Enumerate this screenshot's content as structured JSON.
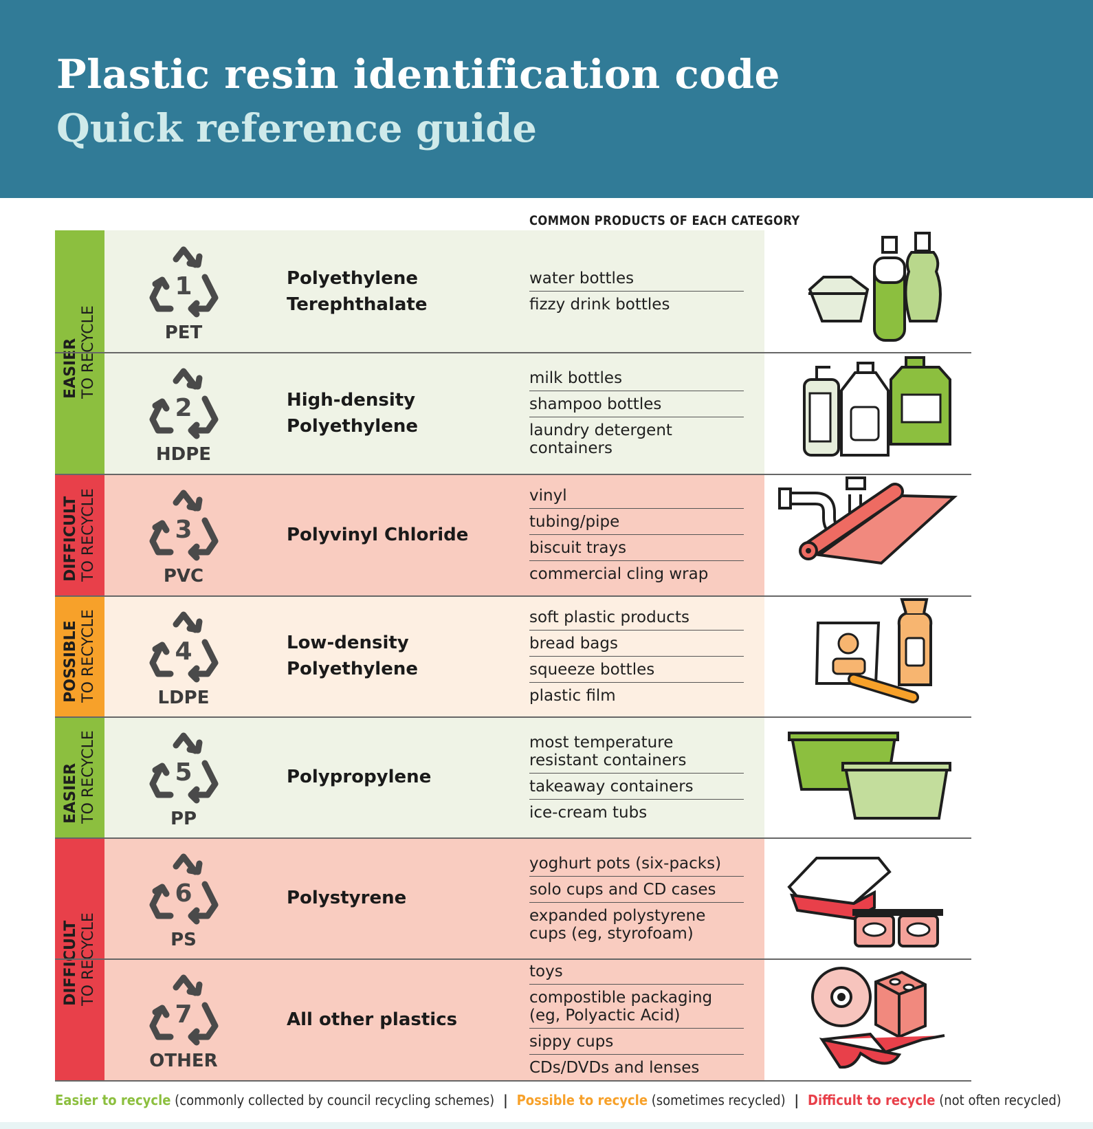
{
  "header": {
    "title": "Plastic resin identification code",
    "subtitle": "Quick reference guide"
  },
  "column_header": "COMMON PRODUCTS OF EACH CATEGORY",
  "colors": {
    "header_bg": "#317b97",
    "easier": "#8cbf3f",
    "possible": "#f7a12a",
    "difficult": "#e8404a",
    "easier_bg": "#eff3e6",
    "possible_bg": "#fdefe2",
    "difficult_bg": "#f9ccc0"
  },
  "bands": [
    {
      "bold": "EASIER",
      "rest": "TO RECYCLE",
      "level": "easier"
    },
    {
      "bold": "DIFFICULT",
      "rest": "TO RECYCLE",
      "level": "difficult"
    },
    {
      "bold": "POSSIBLE",
      "rest": "TO RECYCLE",
      "level": "possible"
    },
    {
      "bold": "EASIER",
      "rest": "TO RECYCLE",
      "level": "easier"
    },
    {
      "bold": "DIFFICULT",
      "rest": "TO RECYCLE",
      "level": "difficult"
    }
  ],
  "rows": [
    {
      "code": "1",
      "abbr": "PET",
      "name": "Polyethylene Terephthalate",
      "products": [
        "water bottles",
        "fizzy drink bottles"
      ],
      "illustration": "clamshell-and-bottles-icon"
    },
    {
      "code": "2",
      "abbr": "HDPE",
      "name": "High-density Polyethylene",
      "products": [
        "milk bottles",
        "shampoo bottles",
        "laundry detergent containers"
      ],
      "illustration": "jugs-icon"
    },
    {
      "code": "3",
      "abbr": "PVC",
      "name": "Polyvinyl Chloride",
      "products": [
        "vinyl",
        "tubing/pipe",
        "biscuit trays",
        "commercial cling wrap"
      ],
      "illustration": "pipe-and-wrap-icon"
    },
    {
      "code": "4",
      "abbr": "LDPE",
      "name": "Low-density Polyethylene",
      "products": [
        "soft plastic products",
        "bread bags",
        "squeeze bottles",
        "plastic film"
      ],
      "illustration": "bags-icon"
    },
    {
      "code": "5",
      "abbr": "PP",
      "name": "Polypropylene",
      "products": [
        "most temperature resistant containers",
        "takeaway containers",
        "ice-cream tubs"
      ],
      "illustration": "tubs-icon"
    },
    {
      "code": "6",
      "abbr": "PS",
      "name": "Polystyrene",
      "products": [
        "yoghurt pots (six-packs)",
        "solo cups and CD cases",
        "expanded polystyrene cups (eg, styrofoam)"
      ],
      "illustration": "foam-box-and-pots-icon"
    },
    {
      "code": "7",
      "abbr": "OTHER",
      "name": "All other plastics",
      "products": [
        "toys",
        "compostible packaging (eg, Polyactic Acid)",
        "sippy cups",
        "CDs/DVDs and lenses"
      ],
      "illustration": "cd-and-toy-block-icon"
    }
  ],
  "footer": {
    "easier_label": "Easier to recycle",
    "easier_note": "(commonly collected by council recycling schemes)",
    "possible_label": "Possible to recycle",
    "possible_note": "(sometimes recycled)",
    "difficult_label": "Difficult to recycle",
    "difficult_note": "(not often recycled)",
    "separator": "|"
  }
}
